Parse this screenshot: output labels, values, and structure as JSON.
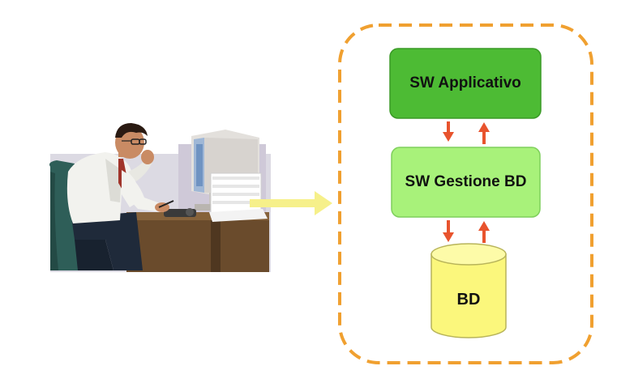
{
  "diagram": {
    "nodes": {
      "sw_applicativo": {
        "label": "SW Applicativo"
      },
      "sw_gestione_bd": {
        "label": "SW Gestione BD"
      },
      "bd": {
        "label": "BD"
      }
    },
    "edges": [
      {
        "from": "sw_applicativo",
        "to": "sw_gestione_bd",
        "direction": "down"
      },
      {
        "from": "sw_gestione_bd",
        "to": "sw_applicativo",
        "direction": "up"
      },
      {
        "from": "sw_gestione_bd",
        "to": "bd",
        "direction": "down"
      },
      {
        "from": "bd",
        "to": "sw_gestione_bd",
        "direction": "up"
      },
      {
        "from": "user",
        "to": "system",
        "direction": "right"
      }
    ],
    "colors": {
      "app_fill": "#4dbb34",
      "app_stroke": "#3a9a26",
      "gest_fill": "#a8f27a",
      "gest_stroke": "#7fcf5c",
      "bd_fill": "#fbf77c",
      "bd_stroke": "#b8b45a",
      "arrow_red": "#e8532d",
      "arrow_yellow": "#f6f08a",
      "dashed_border": "#f0a030"
    },
    "illustration": "man-at-desk-with-computer"
  }
}
